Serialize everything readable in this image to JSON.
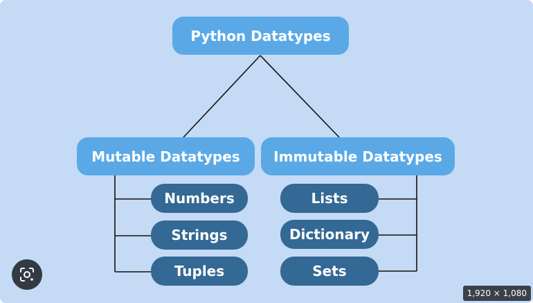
{
  "diagram": {
    "root": "Python Datatypes",
    "mutable": {
      "title": "Mutable Datatypes",
      "items": [
        "Numbers",
        "Strings",
        "Tuples"
      ]
    },
    "immutable": {
      "title": "Immutable Datatypes",
      "items": [
        "Lists",
        "Dictionary",
        "Sets"
      ]
    }
  },
  "overlay": {
    "lens_icon": "camera-lens-icon",
    "resolution": "1,920 × 1,080"
  },
  "colors": {
    "background": "#c5daf4",
    "primary_box": "#5aa9e6",
    "secondary_box": "#346895",
    "connector": "#111111"
  }
}
